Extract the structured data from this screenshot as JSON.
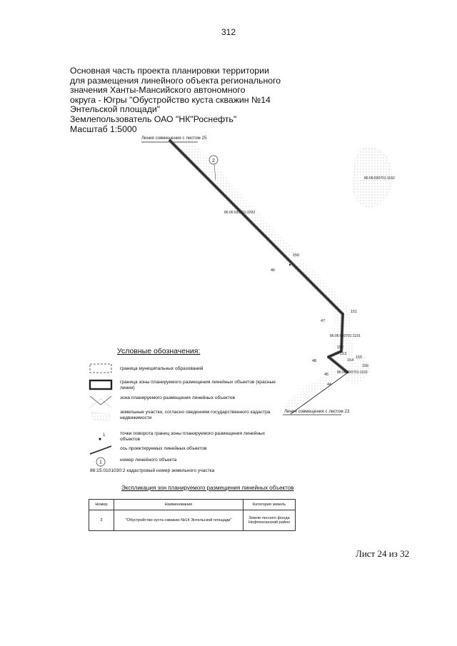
{
  "page": {
    "number": "312",
    "footer": "Лист 24 из 32"
  },
  "title_lines": [
    "Основная часть проекта планировки территории",
    "для размещения линейного объекта регионального",
    "значения Ханты-Мансийского автономного",
    "округа - Югры \"Обустройство куста скважин №14",
    "Энтельской площади\"",
    "Землепользователь ОАО \"НК\"Роснефть\"",
    "Масштаб 1:5000"
  ],
  "map": {
    "match_line_top": "Линия совмещения с листом 25",
    "match_line_bottom": "Линия совмещения с листом 23",
    "object_number": "2",
    "cadastral_labels": [
      "86:06:030701:1160",
      "86:06:030701:2292",
      "86:06:030701:1191",
      "86:06:030701:1192"
    ],
    "point_labels": [
      "150",
      "46",
      "151",
      "47",
      "152",
      "153",
      "155",
      "154",
      "48",
      "156",
      "45",
      "44"
    ],
    "colors": {
      "axis": "#555555",
      "red_line": "#000000",
      "ink": "#222222"
    }
  },
  "legend": {
    "title": "Условные обозначения:",
    "items": [
      {
        "icon": "dashed-rectangle-icon",
        "text": "граница муниципальных образований"
      },
      {
        "icon": "thick-rectangle-icon",
        "text": "граница зоны планируемого размещения линейных объектов (красные линии)"
      },
      {
        "icon": "hatch-x-icon",
        "text": "зона планируемого размещения линейных объектов"
      },
      {
        "icon": "dotted-parcel-icon",
        "text": "земельные участки, согласно сведениям государственного кадастра недвижимости"
      },
      {
        "icon": "turning-point-icon",
        "symbol_text": "1",
        "text": "точки поворота границ зоны планируемого размещения линейных объектов"
      },
      {
        "icon": "axis-line-icon",
        "text": "ось проектируемых линейных объектов"
      },
      {
        "icon": "object-number-circle-icon",
        "symbol_text": "1",
        "text": "номер линейного объекта"
      }
    ],
    "cadastral": {
      "code": "86:15.0101030:2",
      "text": "кадастровый номер земельного участка"
    }
  },
  "explication": {
    "caption": "Экспликация зон планируемого размещения линейных объектов",
    "headers": [
      "Номер",
      "Наименование",
      "Категория земель"
    ],
    "rows": [
      [
        "2",
        "\"Обустройство куста скважин №14 Энтельской площади\"",
        "Земли лесного фонда Нефтеюганский район"
      ]
    ]
  }
}
